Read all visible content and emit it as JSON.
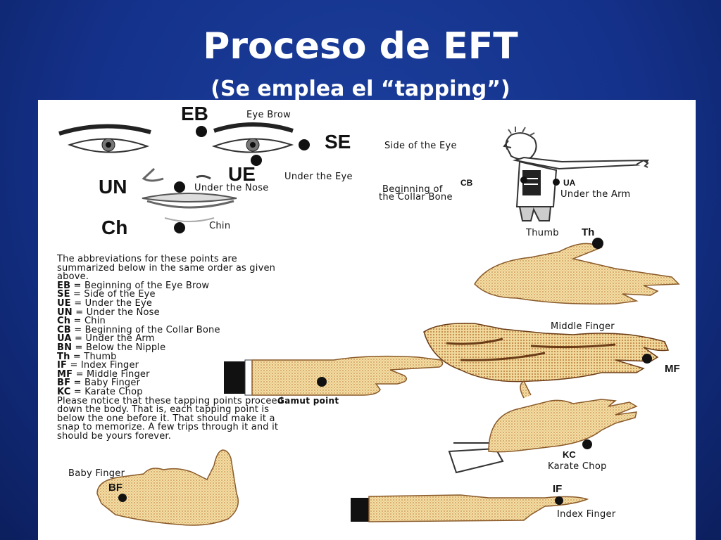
{
  "slide": {
    "title": "Proceso de EFT",
    "subtitle": "(Se emplea el “tapping”)"
  },
  "face": {
    "eb_abbr": "EB",
    "eb_label": "Eye Brow",
    "se_abbr": "SE",
    "se_label": "Side of the Eye",
    "ue_abbr": "UE",
    "ue_label": "Under the Eye",
    "un_abbr": "UN",
    "un_label": "Under the Nose",
    "ch_abbr": "Ch",
    "ch_label": "Chin"
  },
  "person": {
    "cb_abbr": "CB",
    "cb_label_1": "Beginning of",
    "cb_label_2": "the Collar Bone",
    "ua_abbr": "UA",
    "ua_label": "Under the Arm"
  },
  "hands": {
    "th_label": "Thumb",
    "th_abbr": "Th",
    "mf_label": "Middle Finger",
    "mf_abbr": "MF",
    "gamut_label": "Gamut point",
    "kc_abbr": "KC",
    "kc_label": "Karate Chop",
    "bf_label": "Baby Finger",
    "bf_abbr": "BF",
    "if_abbr": "IF",
    "if_label": "Index Finger"
  },
  "abbreviations": {
    "intro": [
      "The abbreviations for these points are",
      "summarized below in the same order as given",
      "above."
    ],
    "items": [
      {
        "abbr": "EB",
        "text": "= Beginning of the Eye Brow"
      },
      {
        "abbr": "SE",
        "text": "= Side of the Eye"
      },
      {
        "abbr": "UE",
        "text": "= Under the Eye"
      },
      {
        "abbr": "UN",
        "text": "= Under the Nose"
      },
      {
        "abbr": "Ch",
        "text": "= Chin"
      },
      {
        "abbr": "CB",
        "text": "= Beginning of the Collar Bone"
      },
      {
        "abbr": "UA",
        "text": "= Under the Arm"
      },
      {
        "abbr": "BN",
        "text": "= Below the Nipple"
      },
      {
        "abbr": "Th",
        "text": "= Thumb"
      },
      {
        "abbr": "IF",
        "text": "= Index Finger"
      },
      {
        "abbr": "MF",
        "text": "= Middle Finger"
      },
      {
        "abbr": "BF",
        "text": "= Baby Finger"
      },
      {
        "abbr": "KC",
        "text": "= Karate Chop"
      }
    ],
    "notice": [
      "Please notice that these tapping points proceed",
      "down the body. That is, each tapping point is",
      "below the one before it. That should make it a",
      "snap to memorize. A few trips through it and it",
      "should be yours forever."
    ]
  }
}
